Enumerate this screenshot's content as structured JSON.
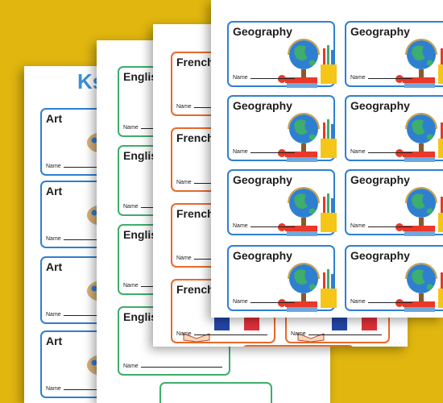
{
  "art_sheet": {
    "heading": "Ks",
    "subject": "Art",
    "name_label": "Name"
  },
  "english_sheet": {
    "subject": "Englis",
    "name_label": "Name"
  },
  "french_sheet": {
    "subject": "French",
    "name_label": "Name"
  },
  "geography_sheet": {
    "subject": "Geography",
    "name_label": "Name"
  },
  "colors": {
    "background": "#e0b60f",
    "art_border": "#2f7fd0",
    "english_border": "#3dae6b",
    "french_border": "#e8692a",
    "geography_border": "#2f7fd0",
    "heading": "#3d8fd6"
  },
  "icons": {
    "art": "paint-palette-icon",
    "french": "open-book-icon",
    "geography": "globe-with-books-and-pencil-cup-icon"
  }
}
